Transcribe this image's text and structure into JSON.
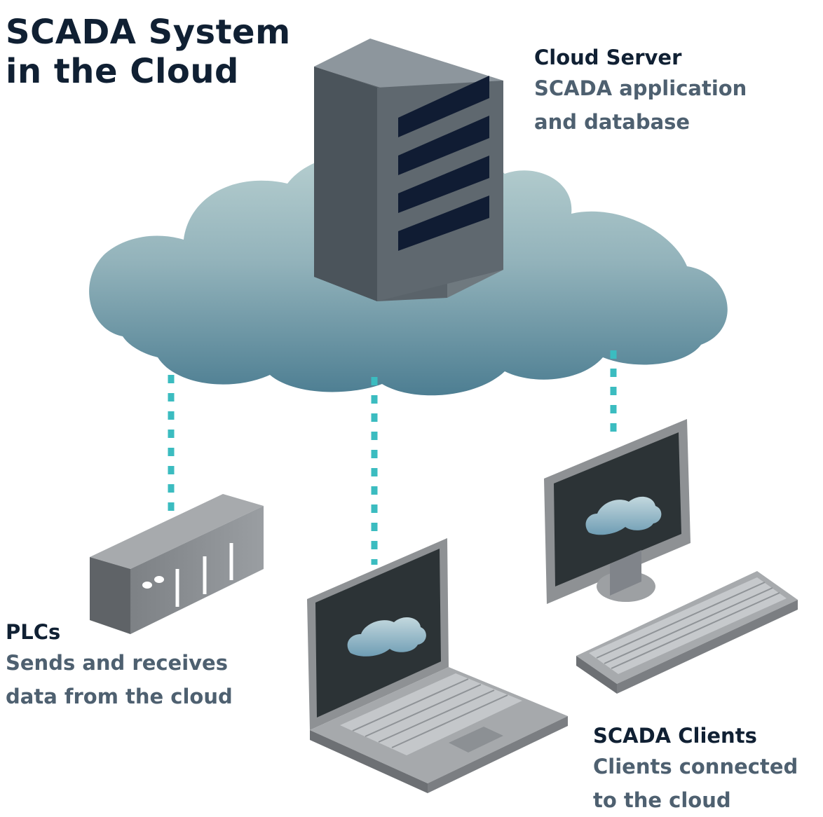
{
  "title": {
    "line1": "SCADA System",
    "line2": "in the Cloud"
  },
  "cloud_server": {
    "heading": "Cloud Server",
    "line1": "SCADA application",
    "line2": "and database"
  },
  "plcs": {
    "heading": "PLCs",
    "line1": "Sends and receives",
    "line2": "data from the cloud"
  },
  "scada_clients": {
    "heading": "SCADA Clients",
    "line1": "Clients connected",
    "line2": "to the cloud"
  },
  "colors": {
    "title_text": "#102033",
    "heading_text": "#102033",
    "subtext": "#4e6070",
    "connector": "#3bbcc0",
    "cloud_top": "#b7cfd0",
    "cloud_bottom": "#4d7e92",
    "server_front": "#6a747c",
    "server_side": "#4b545b",
    "server_slots": "#101c33",
    "device_gray": "#8a8e92",
    "screen": "#2c3336"
  },
  "icons": {
    "cloud": "cloud-icon",
    "server": "server-tower-icon",
    "plc": "plc-device-icon",
    "laptop": "laptop-icon",
    "desktop": "desktop-monitor-icon",
    "keyboard": "keyboard-icon"
  }
}
